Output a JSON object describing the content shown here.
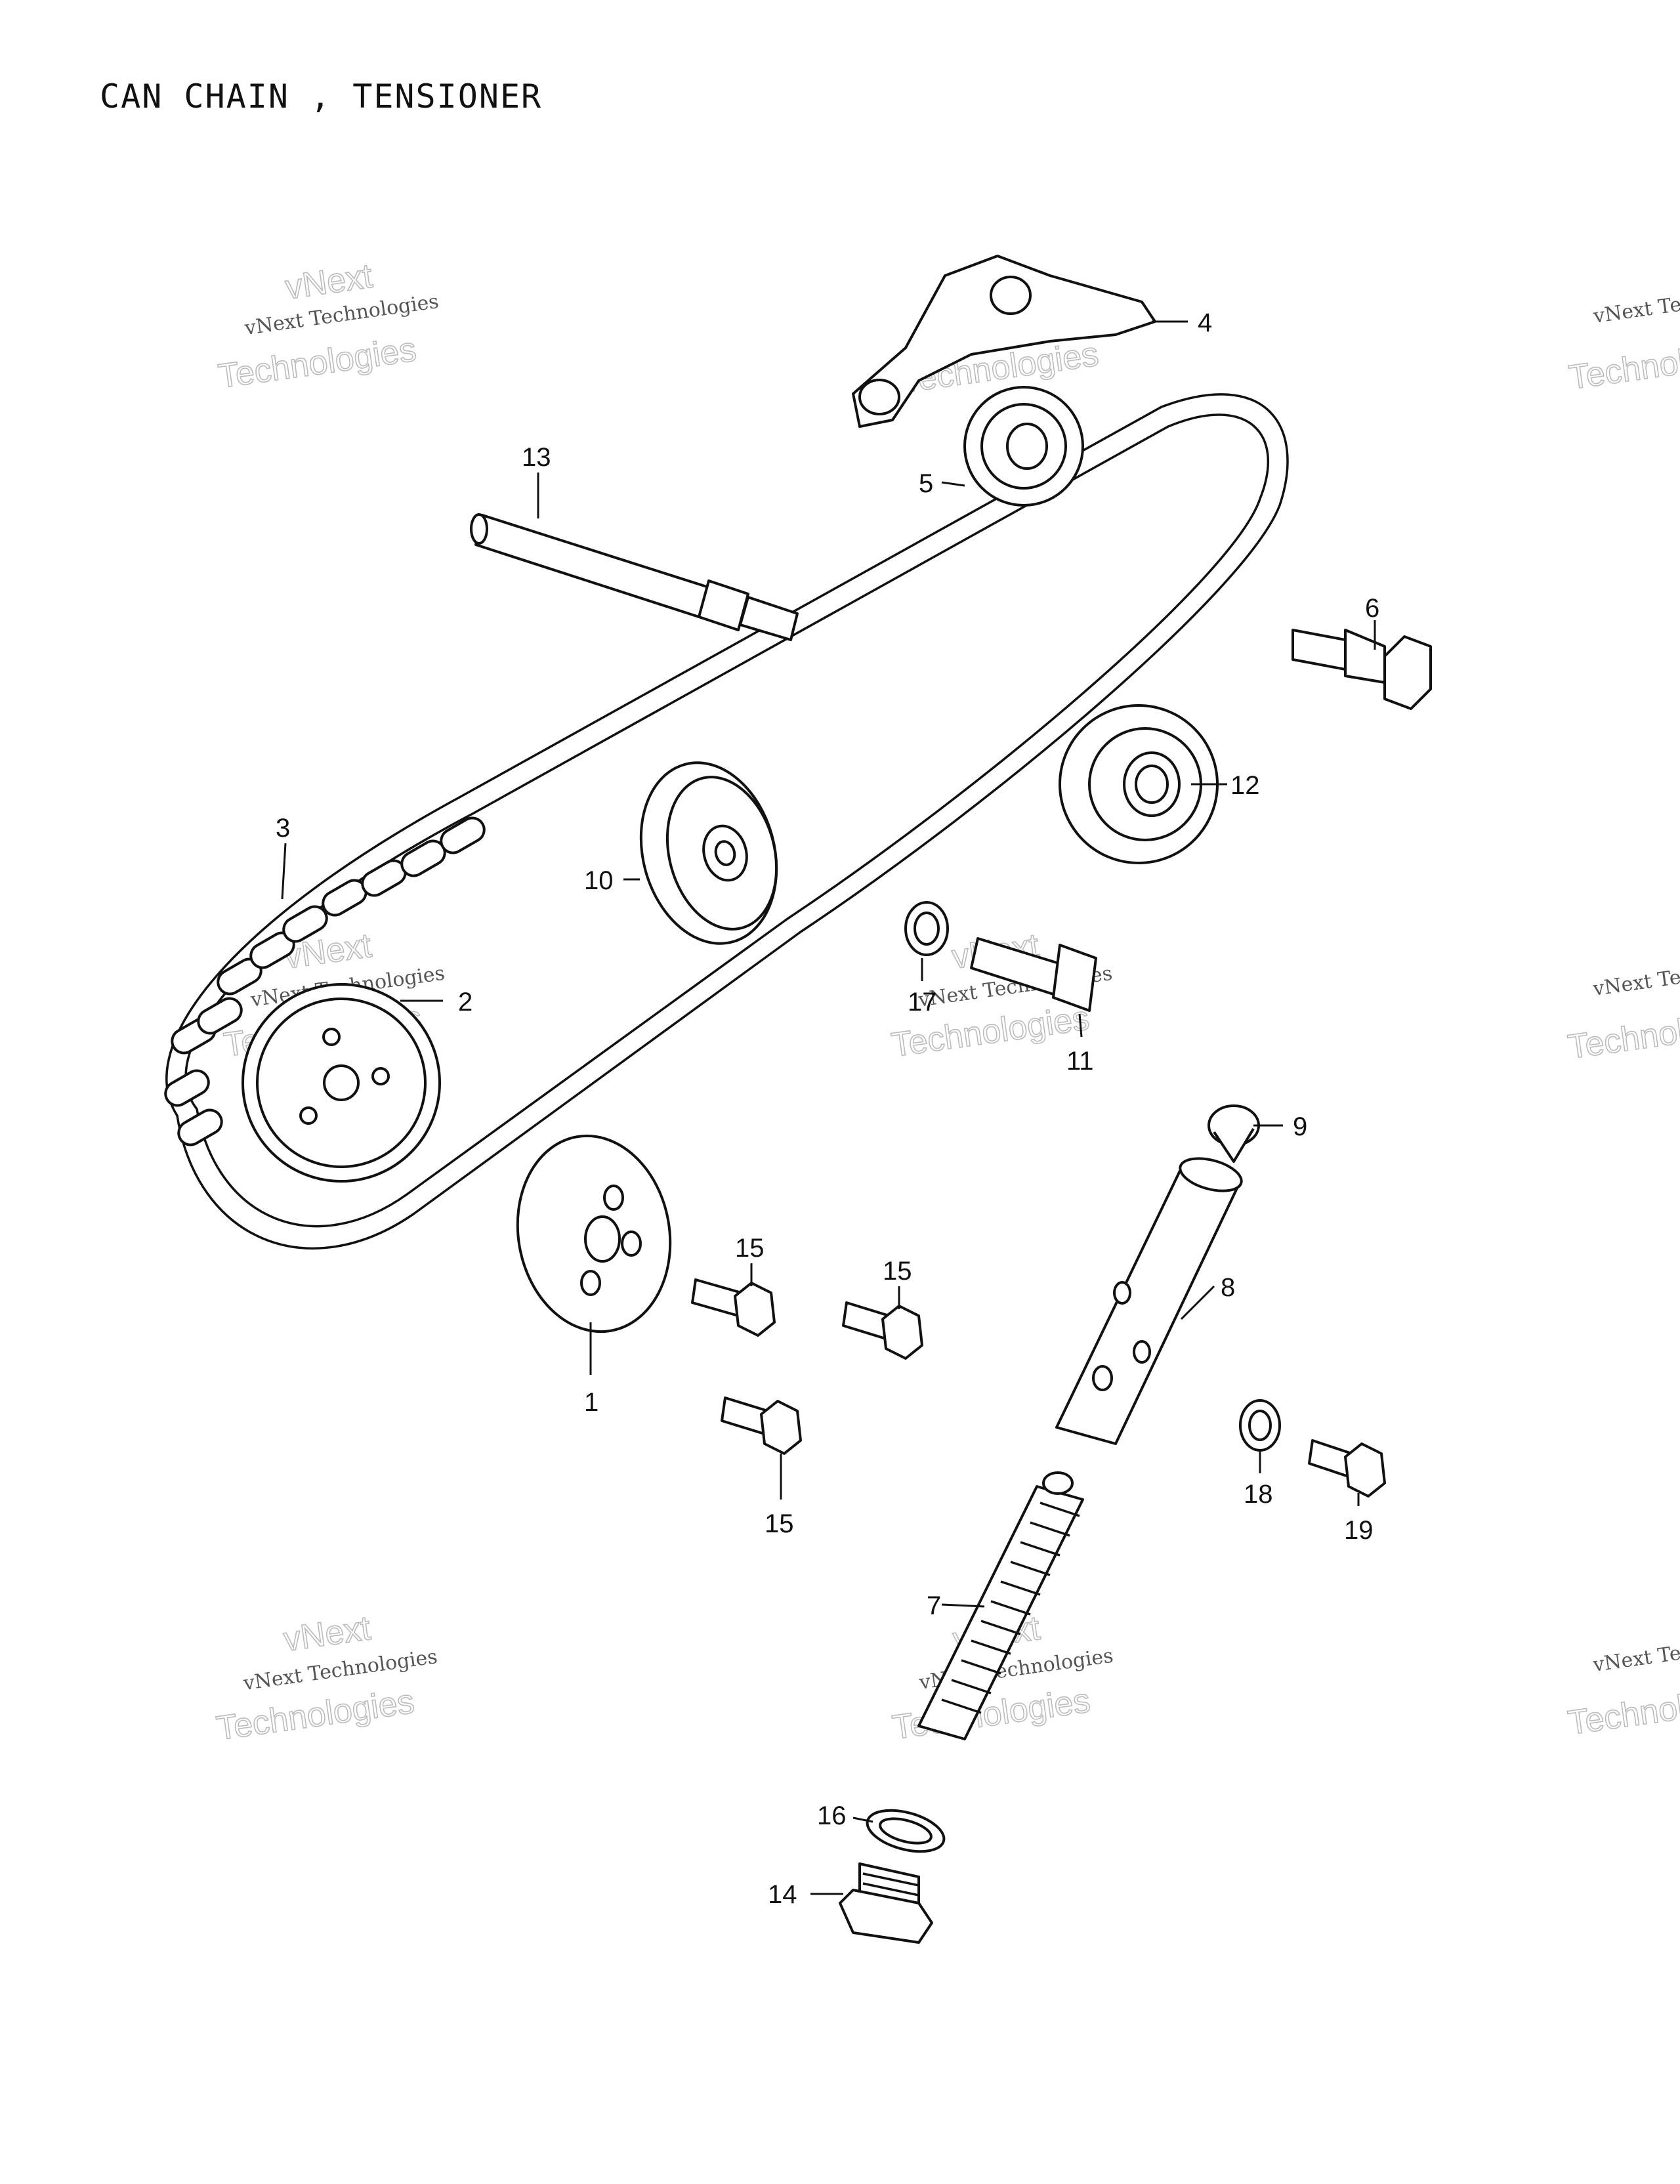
{
  "title": "CAN  CHAIN  ,  TENSIONER",
  "watermark": {
    "line1": "vNext Technologies",
    "line2": "Technologies",
    "line3": "vNext"
  },
  "callouts": [
    "1",
    "2",
    "3",
    "4",
    "5",
    "6",
    "7",
    "8",
    "9",
    "10",
    "11",
    "12",
    "13",
    "14",
    "15",
    "15",
    "15",
    "16",
    "17",
    "18",
    "19"
  ]
}
